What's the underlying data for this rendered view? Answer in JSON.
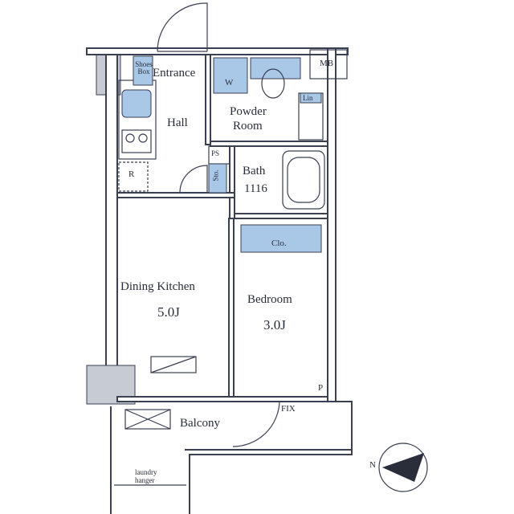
{
  "rooms": {
    "entrance": "Entrance",
    "hall": "Hall",
    "powder_room_l1": "Powder",
    "powder_room_l2": "Room",
    "bath": "Bath",
    "bath_size": "1116",
    "dining_kitchen": "Dining Kitchen",
    "dining_kitchen_size": "5.0J",
    "bedroom": "Bedroom",
    "bedroom_size": "3.0J",
    "balcony": "Balcony"
  },
  "fixtures": {
    "mb": "MB",
    "shoes_box": "Shoes Box",
    "washer": "W",
    "lin": "Lin",
    "ps": "PS",
    "sto": "Sto.",
    "refrigerator": "R",
    "closet": "Clo.",
    "fix": "FIX",
    "pipe": "P",
    "laundry_l1": "laundry",
    "laundry_l2": "hanger"
  },
  "compass": {
    "north": "N"
  },
  "colors": {
    "wall": "#3a3f52",
    "fixture_blue": "#a9c8e8",
    "background": "#ffffff"
  }
}
